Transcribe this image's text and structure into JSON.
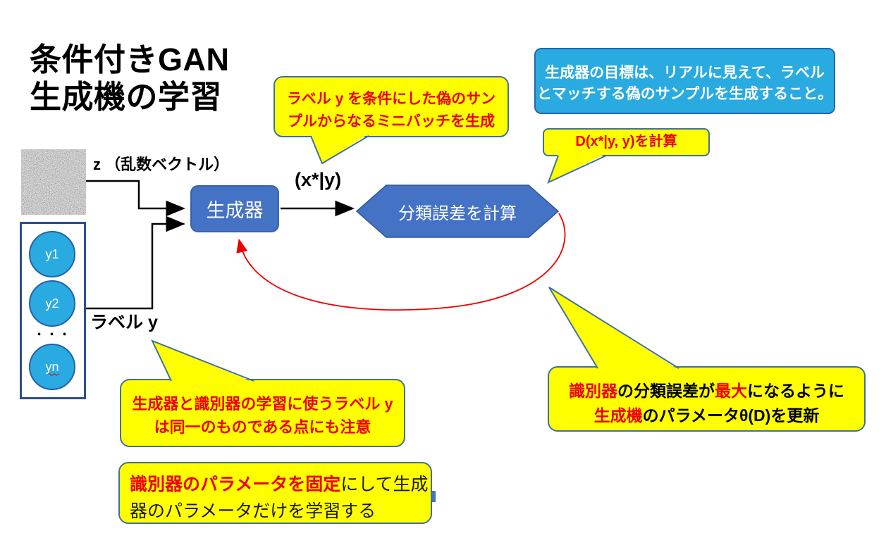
{
  "title": {
    "line1": "条件付きGAN",
    "line2": "生成機の学習"
  },
  "colors": {
    "box_blue": "#4472C4",
    "light_blue": "#29ABE2",
    "callout_yellow": "#FFFF00",
    "callout_border": "#41719C",
    "text_red": "#EE0000",
    "labels_box_border": "#2E4E8E"
  },
  "diagram": {
    "noise_label": "z （乱数ベクトル）",
    "noise_icon": "random-noise-image",
    "generator_label": "生成器",
    "hexagon_label": "分類誤差を計算",
    "sample_label": "(x*|y)",
    "labels_caption": "ラベル y",
    "label_nodes": [
      "y1",
      "y2",
      "yn"
    ],
    "label_dots": "・・・"
  },
  "callouts": {
    "goal": {
      "line1": "生成器の目標は、リアルに見えて、ラベル",
      "line2": "とマッチする偽のサンプルを生成すること。"
    },
    "minibatch": {
      "line1": "ラベル y を条件にした偽のサン",
      "line2": "プルからなるミニバッチを生成"
    },
    "compute_d": "D(x*|y, y)を計算",
    "same_label": {
      "line1": "生成器と識別器の学習に使うラベル y",
      "line2": "は同一のものである点にも注意"
    },
    "update": {
      "l1_red1": "識別器",
      "l1_black1": "の分類誤差が",
      "l1_red2": "最大",
      "l1_black2": "になるように",
      "l2_red": "生成機",
      "l2_black": "のパラメータθ(D)を更新"
    },
    "freeze": {
      "red": "識別器のパラメータを固定",
      "black1": "にして生成",
      "line2": "器のパラメータだけを学習する"
    }
  }
}
